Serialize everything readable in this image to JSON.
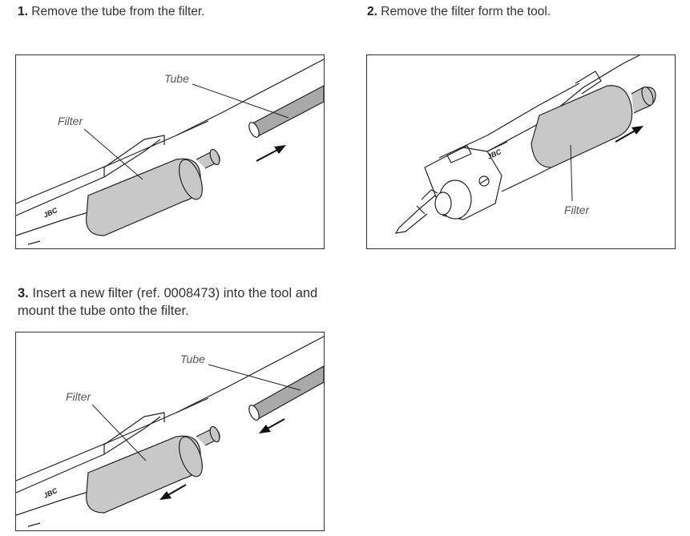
{
  "steps": [
    {
      "number": "1.",
      "text": "Remove the tube from the filter.",
      "labels": {
        "tube": "Tube",
        "filter": "Filter",
        "brand": "JBC"
      }
    },
    {
      "number": "2.",
      "text": "Remove the filter form the tool.",
      "labels": {
        "filter": "Filter",
        "brand": "JBC"
      }
    },
    {
      "number": "3.",
      "text": "Insert a new filter (ref. 0008473) into the tool and mount the tube onto the filter.",
      "labels": {
        "tube": "Tube",
        "filter": "Filter",
        "brand": "JBC"
      }
    }
  ],
  "colors": {
    "filter_fill": "#c8c8c8",
    "tube_fill": "#a9a9a9",
    "line": "#222222"
  }
}
